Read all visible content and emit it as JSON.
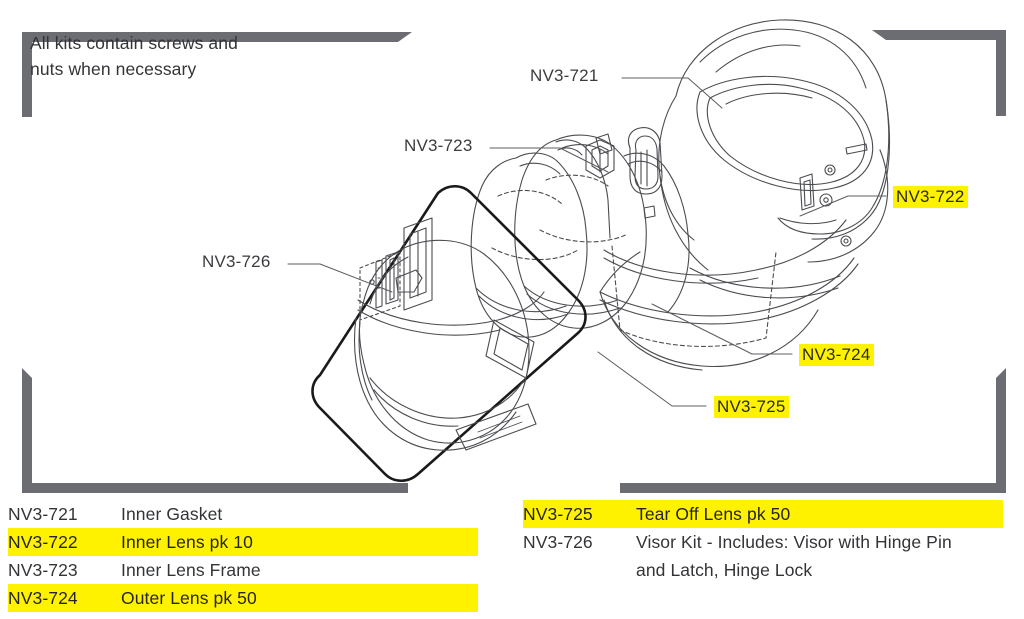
{
  "note": {
    "line1": "All kits contain screws and",
    "line2": "nuts when necessary"
  },
  "colors": {
    "bracket": "#6b6d72",
    "highlight": "#fff200",
    "text": "#333437",
    "line": "#5a5c60"
  },
  "callouts": [
    {
      "id": "nv3-721",
      "label": "NV3-721",
      "highlighted": false
    },
    {
      "id": "nv3-723",
      "label": "NV3-723",
      "highlighted": false
    },
    {
      "id": "nv3-726",
      "label": "NV3-726",
      "highlighted": false
    },
    {
      "id": "nv3-722",
      "label": "NV3-722",
      "highlighted": true
    },
    {
      "id": "nv3-724",
      "label": "NV3-724",
      "highlighted": true
    },
    {
      "id": "nv3-725",
      "label": "NV3-725",
      "highlighted": true
    }
  ],
  "legend": {
    "left": [
      {
        "code": "NV3-721",
        "desc": "Inner Gasket",
        "highlighted": false
      },
      {
        "code": "NV3-722",
        "desc": "Inner Lens pk 10",
        "highlighted": true
      },
      {
        "code": "NV3-723",
        "desc": "Inner Lens Frame",
        "highlighted": false
      },
      {
        "code": "NV3-724",
        "desc": "Outer Lens pk 50",
        "highlighted": true
      }
    ],
    "right": [
      {
        "code": "NV3-725",
        "desc": "Tear Off Lens pk 50",
        "highlighted": true
      },
      {
        "code": "NV3-726",
        "desc": "Visor Kit - Includes: Visor with Hinge Pin",
        "desc2": "and Latch, Hinge Lock",
        "highlighted": false
      }
    ]
  },
  "diagram": {
    "title": "helmet-exploded-parts-diagram",
    "parts": [
      "inner-gasket",
      "inner-lens",
      "inner-lens-frame",
      "outer-lens",
      "tear-off-lens",
      "visor-kit"
    ]
  }
}
